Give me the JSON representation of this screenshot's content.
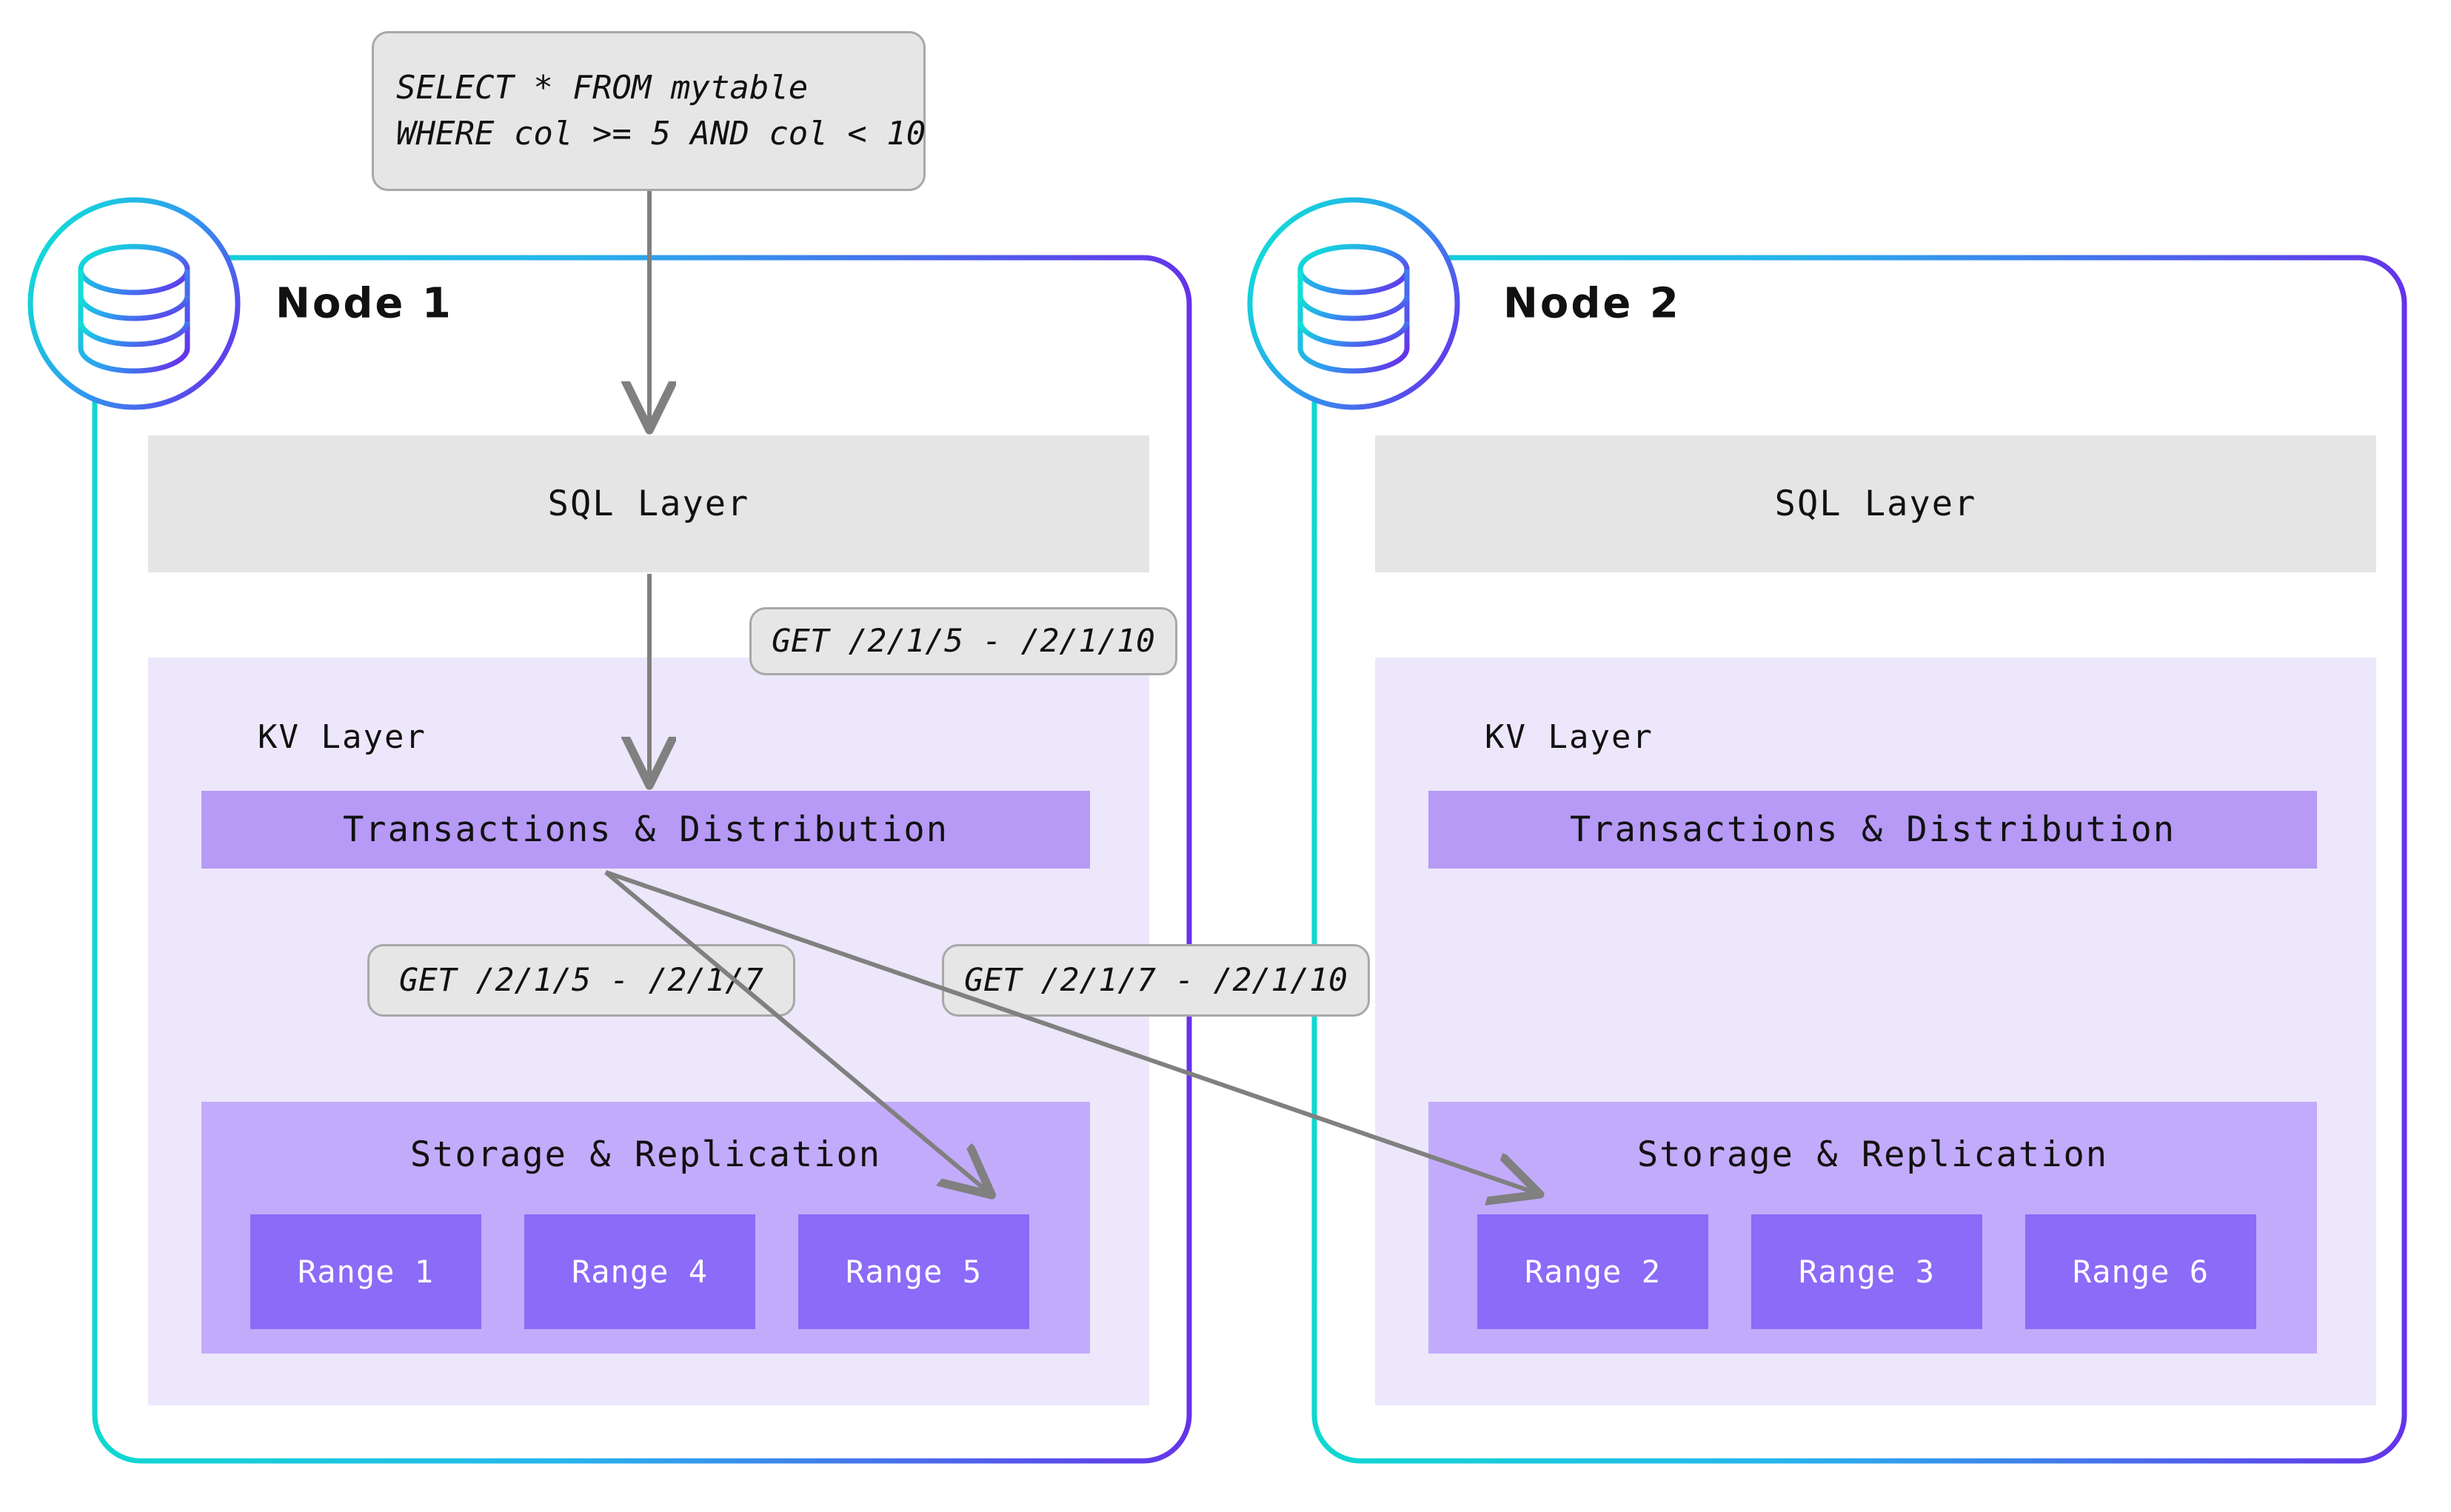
{
  "diagram": {
    "title": "CockroachDB distributed range-scan request flow",
    "colors": {
      "node_border_cyan": "#0fd8d0",
      "node_border_purple": "#6434ea",
      "sql_layer_bg": "#e5e5e5",
      "kv_layer_bg": "#ede7fb",
      "txn_bar_bg": "#b69af5",
      "storage_bg": "#c3abfb",
      "range_bg": "#8b6bf7",
      "bubble_bg": "#e6e6e6",
      "bubble_border": "#a8a8a8",
      "arrow": "#808080",
      "text": "#111111",
      "range_text": "#ffffff"
    }
  },
  "query_bubble": {
    "line1": "SELECT * FROM mytable",
    "line2": "WHERE col >= 5 AND col < 10"
  },
  "callouts": {
    "kv_request": "GET /2/1/5 - /2/1/10",
    "range5_request": "GET /2/1/5 - /2/1/7",
    "range2_request": "GET /2/1/7 - /2/1/10"
  },
  "nodes": [
    {
      "title": "Node 1",
      "icon": "database-stack-icon",
      "sql_layer_label": "SQL Layer",
      "kv_layer_label": "KV Layer",
      "txn_label": "Transactions & Distribution",
      "storage_label": "Storage & Replication",
      "ranges": [
        "Range 1",
        "Range 4",
        "Range 5"
      ]
    },
    {
      "title": "Node 2",
      "icon": "database-stack-icon",
      "sql_layer_label": "SQL Layer",
      "kv_layer_label": "KV Layer",
      "txn_label": "Transactions & Distribution",
      "storage_label": "Storage & Replication",
      "ranges": [
        "Range 2",
        "Range 3",
        "Range 6"
      ]
    }
  ]
}
